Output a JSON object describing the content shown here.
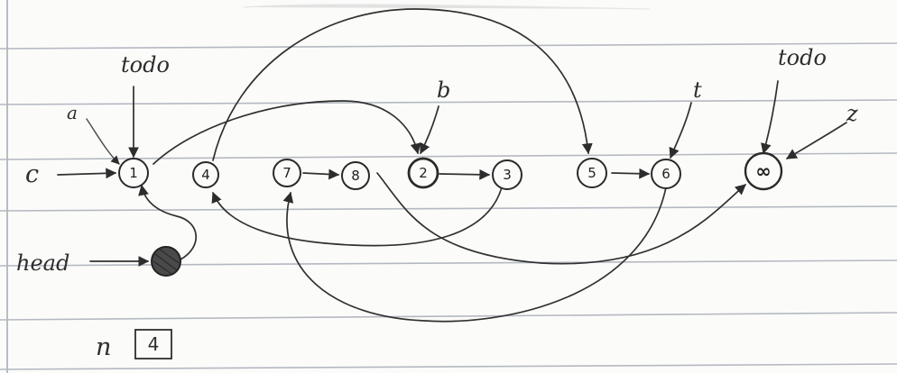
{
  "nodes": [
    {
      "id": "n1",
      "label": "1"
    },
    {
      "id": "n4",
      "label": "4"
    },
    {
      "id": "n7",
      "label": "7"
    },
    {
      "id": "n8",
      "label": "8"
    },
    {
      "id": "n2",
      "label": "2"
    },
    {
      "id": "n3",
      "label": "3"
    },
    {
      "id": "n5",
      "label": "5"
    },
    {
      "id": "n6",
      "label": "6"
    },
    {
      "id": "ninf",
      "label": "∞"
    }
  ],
  "pointer_labels": {
    "todo_left": "todo",
    "a": "a",
    "c": "c",
    "b": "b",
    "t": "t",
    "todo_right": "todo",
    "z": "z",
    "head": "head"
  },
  "counter": {
    "name": "n",
    "value": "4"
  },
  "colors": {
    "ink": "#2d2d2d",
    "paper_lines": "#b4b9c0",
    "head_fill": "#4a4a4a"
  }
}
